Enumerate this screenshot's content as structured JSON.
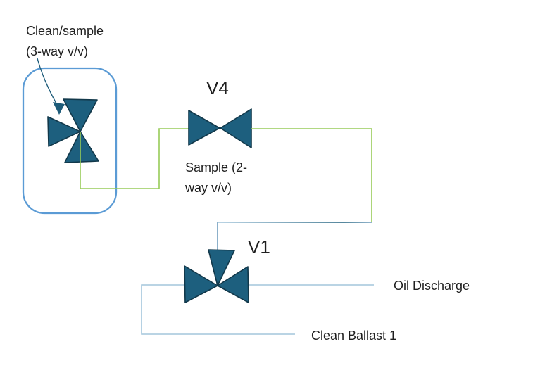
{
  "labels": {
    "clean_sample": {
      "lines": [
        "Clean/sample",
        "(3-way v/v)"
      ]
    },
    "v4": "V4",
    "sample": {
      "lines": [
        "Sample (2-",
        "way v/v)"
      ]
    },
    "v1": "V1",
    "oil_discharge": "Oil Discharge",
    "clean_ballast": "Clean Ballast 1"
  },
  "icons": {
    "three_way_valve": "3-way-valve-icon",
    "two_way_valve": "2-way-valve-icon",
    "leader_arrow": "curved-arrow-icon"
  },
  "colors": {
    "valve-fill": "#1D5F7E",
    "valve-stroke": "#12384A",
    "enclosure-stroke": "#5B9BD5",
    "sample-line": "#97CB58",
    "connector-line": "#A3C6DC",
    "connector-mid": "#6F9DBD",
    "connector-dark": "#1D5F7D",
    "leader-color": "#1E5C7A",
    "text-color": "#1F1F1F",
    "bg-color": "#FFFFFF"
  }
}
